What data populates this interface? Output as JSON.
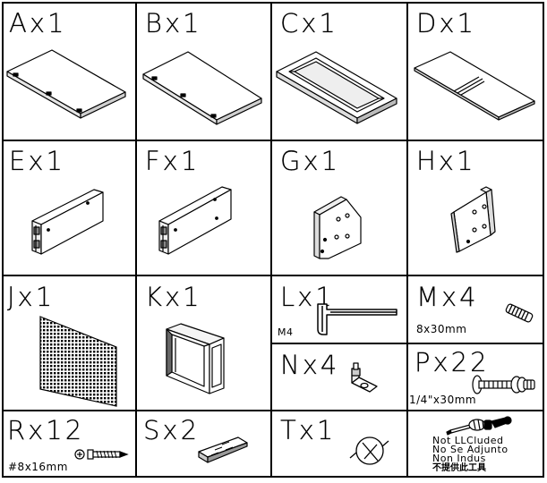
{
  "parts": {
    "A": {
      "label": "Ax1"
    },
    "B": {
      "label": "Bx1"
    },
    "C": {
      "label": "Cx1"
    },
    "D": {
      "label": "Dx1"
    },
    "E": {
      "label": "Ex1"
    },
    "F": {
      "label": "Fx1"
    },
    "G": {
      "label": "Gx1"
    },
    "H": {
      "label": "Hx1"
    },
    "J": {
      "label": "Jx1"
    },
    "K": {
      "label": "Kx1"
    },
    "L": {
      "label": "Lx1",
      "spec": "M4"
    },
    "M": {
      "label": "Mx4",
      "spec": "8x30mm"
    },
    "N": {
      "label": "Nx4"
    },
    "P": {
      "label": "Px22",
      "spec": "1/4\"x30mm"
    },
    "R": {
      "label": "Rx12",
      "spec": "#8x16mm"
    },
    "S": {
      "label": "Sx2"
    },
    "T": {
      "label": "Tx1"
    }
  },
  "not_included": {
    "lines": [
      "Not LLCluded",
      "No Se Adjunto",
      "Non Indus"
    ],
    "chinese": "不提供此工具"
  }
}
